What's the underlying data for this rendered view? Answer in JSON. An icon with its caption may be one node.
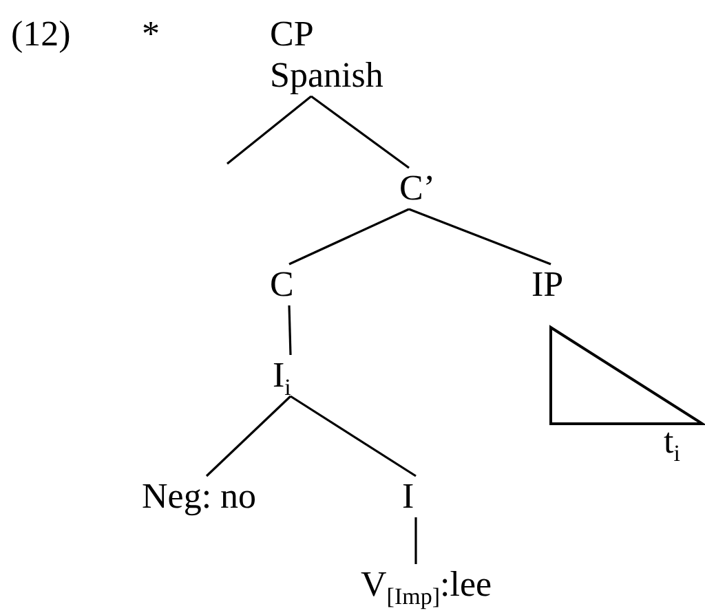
{
  "diagram": {
    "nodes": [
      {
        "text": [
          "CP",
          "Spanish"
        ]
      },
      {
        "text": [
          "C’"
        ]
      },
      {
        "text": [
          "C"
        ]
      },
      {
        "text": [
          "IP"
        ]
      },
      {
        "text": [
          "t$_{i}$"
        ]
      },
      {
        "text": [
          "I$_{i}$"
        ]
      },
      {
        "text": [
          "Neg: no"
        ]
      },
      {
        "text": [
          "I"
        ]
      },
      {
        "text": [
          "V$_{[Imp]}$:lee"
        ]
      }
    ],
    "edges": [
      {
        "from": 0,
        "to": null,
        "arrow": "none"
      },
      {
        "from": 0,
        "to": 1,
        "arrow": "none"
      },
      {
        "from": 1,
        "to": 2,
        "arrow": "none"
      },
      {
        "from": 1,
        "to": 3,
        "arrow": "none"
      },
      {
        "from": 2,
        "to": 5,
        "arrow": "none"
      },
      {
        "from": 5,
        "to": 6,
        "arrow": "none"
      },
      {
        "from": 5,
        "to": 7,
        "arrow": "none"
      },
      {
        "from": 7,
        "to": 8,
        "arrow": "none"
      }
    ],
    "labels": [
      "(12)",
      "*"
    ]
  }
}
